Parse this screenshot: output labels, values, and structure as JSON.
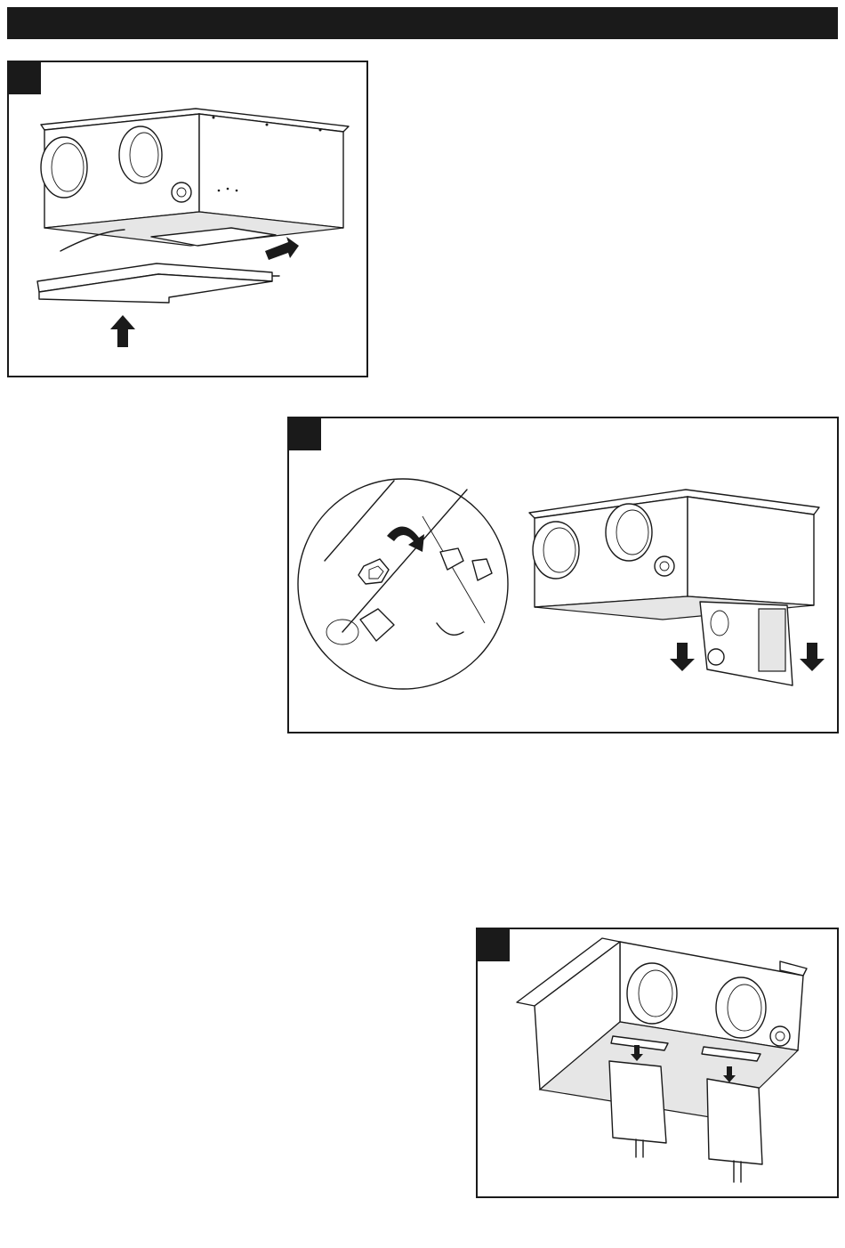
{
  "colors": {
    "ink": "#1a1a1a",
    "paper": "#ffffff",
    "shade": "#e6e6e6"
  },
  "figures": [
    {
      "id": "fig1",
      "icons": [
        "unit-housing-icon",
        "access-panel-icon",
        "arrow-right-icon",
        "arrow-up-icon"
      ]
    },
    {
      "id": "fig2",
      "icons": [
        "magnified-screw-detail-icon",
        "rotate-arrow-icon",
        "unit-housing-icon",
        "electrical-box-icon",
        "arrow-down-icon"
      ]
    },
    {
      "id": "fig3",
      "icons": [
        "unit-housing-icon",
        "filter-icon",
        "arrow-down-icon"
      ]
    }
  ]
}
